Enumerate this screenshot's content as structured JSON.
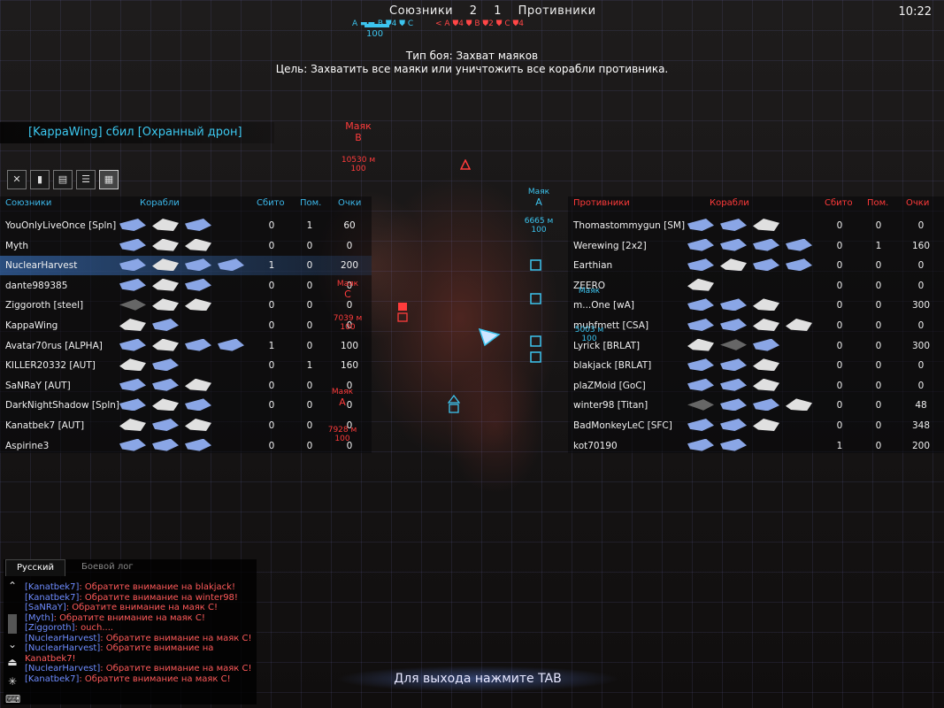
{
  "top": {
    "allies_label": "Союзники",
    "allies_score": "2",
    "enemies_score": "1",
    "enemies_label": "Противники",
    "clock": "10:22",
    "ally_beacons": "A ▬▬ B ⛊4 ⛊ C",
    "ally_value": "100",
    "enemy_beacons": "< A ⛊4 ⛊ B ⛊2 ⛊ C ⛊4"
  },
  "mission": {
    "type_line": "Тип боя: Захват маяков",
    "goal_line": "Цель: Захватить все маяки или уничтожить все корабли противника."
  },
  "kill_message": "[KappaWing] сбил [Охранный дрон]",
  "view_buttons": [
    "✕",
    "▮",
    "▤",
    "☰",
    "▦"
  ],
  "allies": {
    "headers": {
      "team": "Союзники",
      "ships": "Корабли",
      "kills": "Сбито",
      "assists": "Пом.",
      "score": "Очки"
    },
    "rows": [
      {
        "name": "YouOnlyLiveOnce [Spln]",
        "kills": "0",
        "assists": "1",
        "score": "60"
      },
      {
        "name": "Myth",
        "kills": "0",
        "assists": "0",
        "score": "0"
      },
      {
        "name": "NuclearHarvest",
        "kills": "1",
        "assists": "0",
        "score": "200"
      },
      {
        "name": "dante989385",
        "kills": "0",
        "assists": "0",
        "score": "0"
      },
      {
        "name": "Ziggoroth [steel]",
        "kills": "0",
        "assists": "0",
        "score": "0"
      },
      {
        "name": "KappaWing",
        "kills": "0",
        "assists": "0",
        "score": "0"
      },
      {
        "name": "Avatar70rus [ALPHA]",
        "kills": "1",
        "assists": "0",
        "score": "100"
      },
      {
        "name": "KILLER20332 [AUT]",
        "kills": "0",
        "assists": "1",
        "score": "160"
      },
      {
        "name": "SaNRaY [AUT]",
        "kills": "0",
        "assists": "0",
        "score": "0"
      },
      {
        "name": "DarkNightShadow [Spln]",
        "kills": "0",
        "assists": "0",
        "score": "0"
      },
      {
        "name": "Kanatbek7 [AUT]",
        "kills": "0",
        "assists": "0",
        "score": "0"
      },
      {
        "name": "Aspirine3",
        "kills": "0",
        "assists": "0",
        "score": "0"
      }
    ]
  },
  "enemies": {
    "headers": {
      "team": "Противники",
      "ships": "Корабли",
      "kills": "Сбито",
      "assists": "Пом.",
      "score": "Очки"
    },
    "rows": [
      {
        "name": "Thomastommygun [SM]",
        "kills": "0",
        "assists": "0",
        "score": "0"
      },
      {
        "name": "Werewing [2x2]",
        "kills": "0",
        "assists": "1",
        "score": "160"
      },
      {
        "name": "Earthian",
        "kills": "0",
        "assists": "0",
        "score": "0"
      },
      {
        "name": "ZEERO",
        "kills": "0",
        "assists": "0",
        "score": "0"
      },
      {
        "name": "m...One [wA]",
        "kills": "0",
        "assists": "0",
        "score": "300"
      },
      {
        "name": "muhfmett [CSA]",
        "kills": "0",
        "assists": "0",
        "score": "0"
      },
      {
        "name": "Lyrick [BRLAT]",
        "kills": "0",
        "assists": "0",
        "score": "300"
      },
      {
        "name": "blakjack [BRLAT]",
        "kills": "0",
        "assists": "0",
        "score": "0"
      },
      {
        "name": "plaZMoid [GoC]",
        "kills": "0",
        "assists": "0",
        "score": "0"
      },
      {
        "name": "winter98 [Titan]",
        "kills": "0",
        "assists": "0",
        "score": "48"
      },
      {
        "name": "BadMonkeyLeC [SFC]",
        "kills": "0",
        "assists": "0",
        "score": "348"
      },
      {
        "name": "kot70190",
        "kills": "1",
        "assists": "0",
        "score": "200"
      }
    ]
  },
  "map_markers": {
    "beacon_b_label": "Маяк",
    "beacon_b_letter": "B",
    "beacon_b_dist": "10530 м",
    "beacon_b_hp": "100",
    "beacon_a_label": "Маяк",
    "beacon_a_letter": "A",
    "beacon_a_dist": "6665 м",
    "beacon_a_hp": "100",
    "beacon_c_label": "Маяк",
    "beacon_c_letter": "C",
    "beacon_c_dist": "7039 м",
    "beacon_c_hp": "100",
    "beacon_a2_label": "Маяк",
    "beacon_a2_letter": "A",
    "beacon_a2_dist": "7928 м",
    "beacon_a2_hp": "100",
    "beacon_mid_label": "Маяк",
    "beacon_mid_dist": "5003 м",
    "beacon_mid_hp": "100"
  },
  "chat": {
    "tab_russian": "Русский",
    "tab_combat_log": "Боевой лог",
    "lines": [
      {
        "who": "[Kanatbek7]",
        "msg": ": Обратите внимание на blakjack!"
      },
      {
        "who": "[Kanatbek7]",
        "msg": ": Обратите внимание на winter98!"
      },
      {
        "who": "[SaNRaY]",
        "msg": ": Обратите внимание на маяк C!"
      },
      {
        "who": "[Myth]",
        "msg": ": Обратите внимание на маяк C!"
      },
      {
        "who": "[Ziggoroth]",
        "msg": ": ouch...."
      },
      {
        "who": "[NuclearHarvest]",
        "msg": ": Обратите внимание на маяк C!"
      },
      {
        "who": "[NuclearHarvest]",
        "msg": ": Обратите внимание на"
      },
      {
        "who": "",
        "msg": "Kanatbek7!"
      },
      {
        "who": "[NuclearHarvest]",
        "msg": ": Обратите внимание на маяк C!"
      },
      {
        "who": "[Kanatbek7]",
        "msg": ": Обратите внимание на маяк C!"
      }
    ]
  },
  "exit_hint": "Для выхода нажмите TAB",
  "colors": {
    "ally": "#3cc4ee",
    "enemy": "#ff3c3c",
    "chat_name": "#6e8cff",
    "chat_msg": "#ff5a5a"
  }
}
